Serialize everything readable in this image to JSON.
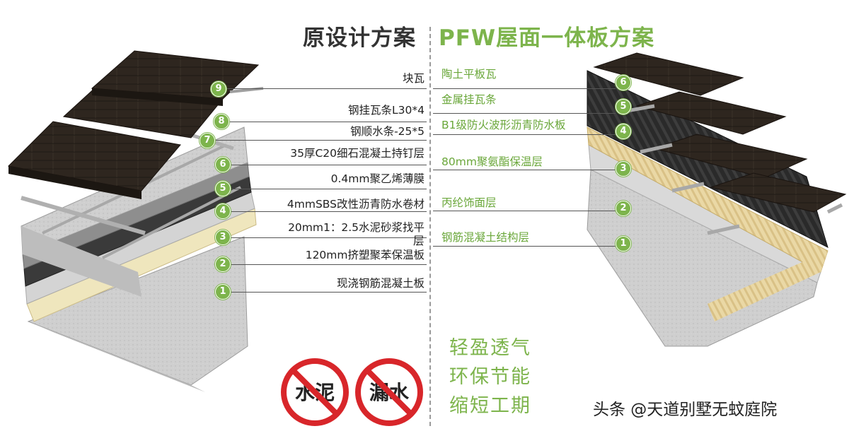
{
  "titles": {
    "left": "原设计方案",
    "right": "PFW屋面一体板方案"
  },
  "left_layers": [
    {
      "num": "9",
      "label": "块瓦"
    },
    {
      "num": "8",
      "label": "钢挂瓦条L30*4"
    },
    {
      "num": "7",
      "label": "钢顺水条-25*5"
    },
    {
      "num": "6",
      "label": "35厚C20细石混凝土持钉层"
    },
    {
      "num": "5",
      "label": "0.4mm聚乙烯薄膜"
    },
    {
      "num": "4",
      "label": "4mmSBS改性沥青防水卷材"
    },
    {
      "num": "3",
      "label": "20mm1：2.5水泥砂浆找平层"
    },
    {
      "num": "2",
      "label": "120mm挤塑聚苯保温板"
    },
    {
      "num": "1",
      "label": "现浇钢筋混凝土板"
    }
  ],
  "right_layers": [
    {
      "num": "6",
      "label": "陶土平板瓦"
    },
    {
      "num": "5",
      "label": "金属挂瓦条"
    },
    {
      "num": "4",
      "label": "B1级防火波形沥青防水板"
    },
    {
      "num": "3",
      "label": "80mm聚氨酯保温层"
    },
    {
      "num": "2",
      "label": "丙纶饰面层"
    },
    {
      "num": "1",
      "label": "钢筋混凝土结构层"
    }
  ],
  "left_layer_3_first_line": "20mm1：2.5水泥砂浆找平",
  "left_layer_3_second_line": "层",
  "no_signs": [
    "水泥",
    "漏水"
  ],
  "features": [
    "轻盈透气",
    "环保节能",
    "缩短工期"
  ],
  "watermark": "头条 @天道别墅无蚊庭院",
  "colors": {
    "accent_green": "#7db44c",
    "tile_dark": "#2e261f",
    "concrete": "#c9c9c9",
    "insulation": "#ede3b6",
    "membrane": "#3a3a3a",
    "no_sign_red": "#d8262a"
  }
}
